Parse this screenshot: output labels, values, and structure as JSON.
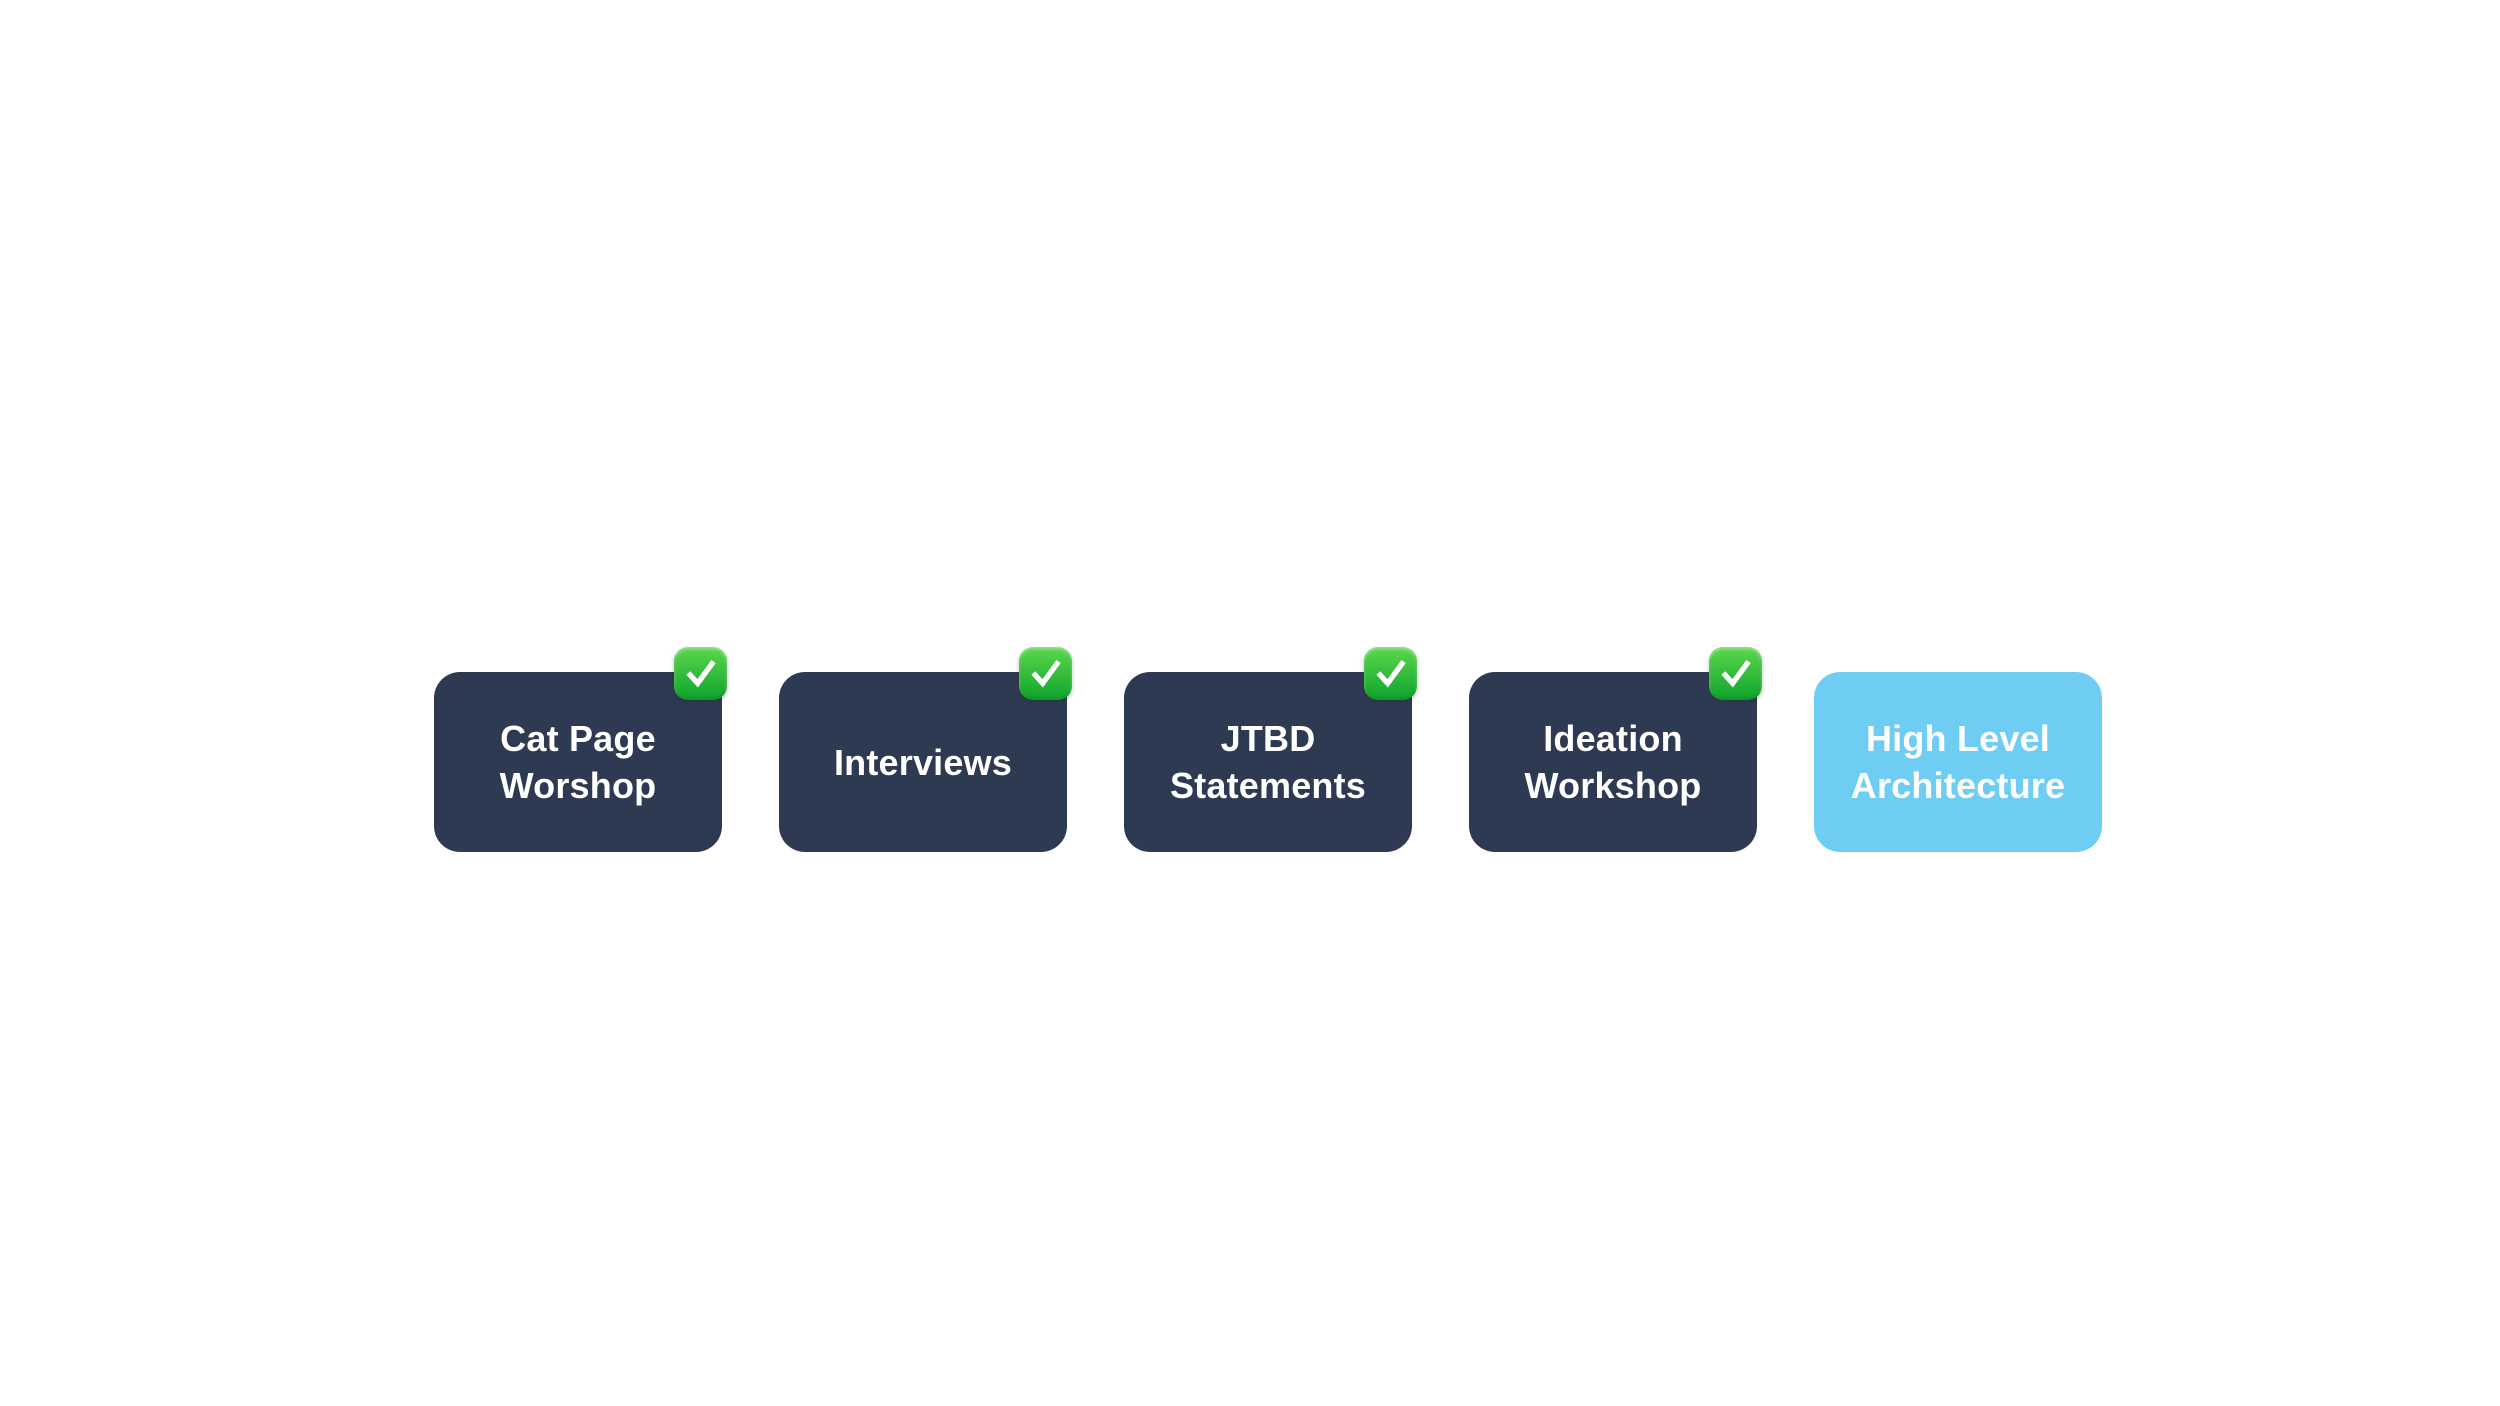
{
  "canvas": {
    "background": "#ffffff"
  },
  "colors": {
    "canvas_bg": "#ffffff",
    "dark_card": "#2e3a52",
    "blue_card": "#6fcdf4",
    "text": "#ffffff",
    "check_green_top": "#5cd74d",
    "check_green_bottom": "#0fa32c",
    "check_mark": "#ffffff"
  },
  "icons": {
    "checkmark": "✅"
  },
  "cards": [
    {
      "lines": [
        "Cat Page",
        "Worshop"
      ],
      "variant": "dark",
      "checked": true
    },
    {
      "lines": [
        "Interviews"
      ],
      "variant": "dark",
      "checked": true
    },
    {
      "lines": [
        "JTBD",
        "Statements"
      ],
      "variant": "dark",
      "checked": true
    },
    {
      "lines": [
        "Ideation",
        "Workshop"
      ],
      "variant": "dark",
      "checked": true
    },
    {
      "lines": [
        "High Level",
        "Architecture"
      ],
      "variant": "blue",
      "checked": false
    }
  ]
}
